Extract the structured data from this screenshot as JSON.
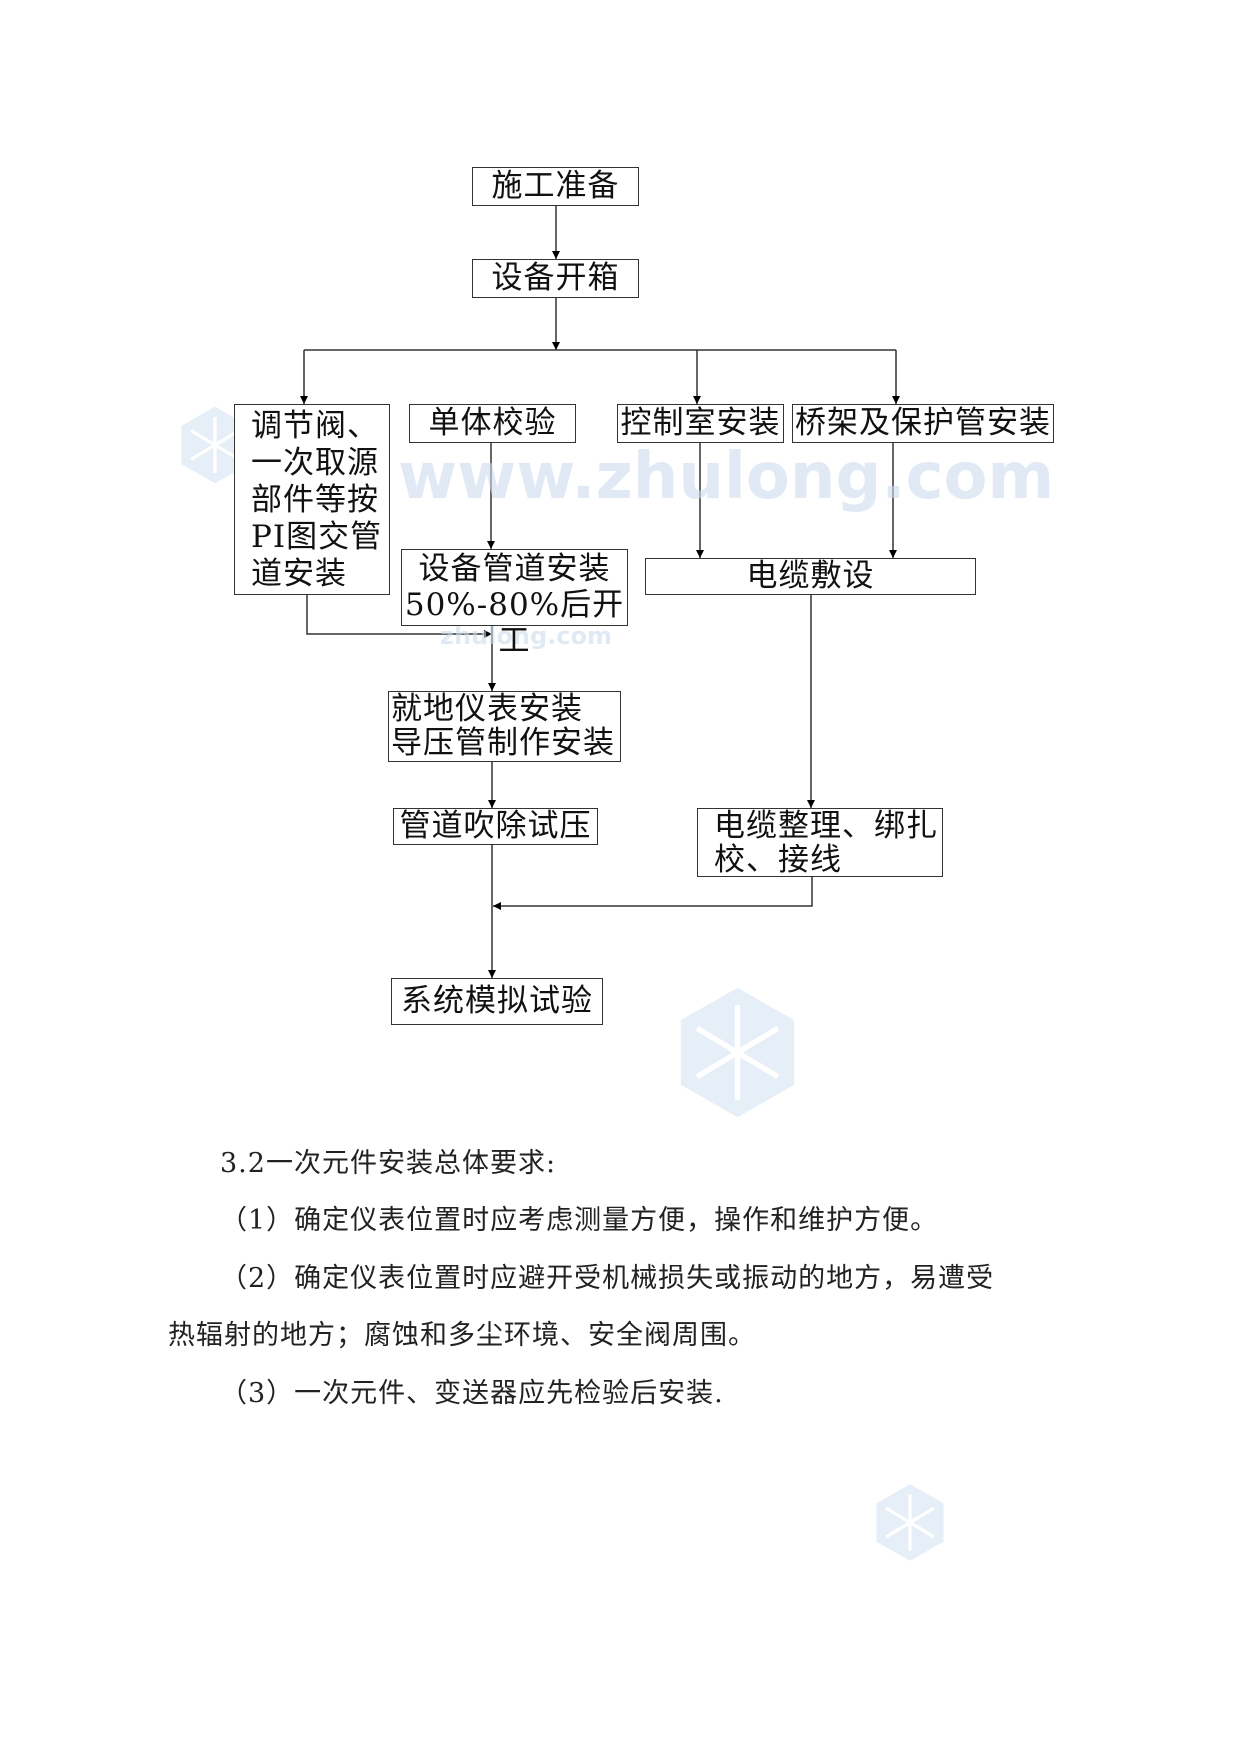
{
  "flowchart": {
    "prep": "施工准备",
    "unpack": "设备开箱",
    "valve": "调节阀、\n一次取源\n部件等按\nPI图交管\n道安装",
    "calib": "单体校验",
    "control_room": "控制室安装",
    "tray": "桥架及保护管安装",
    "pipe_install": "设备管道安装\n50%-80%后开工",
    "cable_lay": "电缆敷设",
    "local_instr": "就地仪表安装\n导压管制作安装",
    "blow": "管道吹除试压",
    "cable_arrange": "电缆整理、绑扎\n校、接线",
    "simulation": "系统模拟试验"
  },
  "watermark": {
    "main": "www.zhulong.com",
    "small": "zhulong.com"
  },
  "text": {
    "heading": "3.2一次元件安装总体要求:",
    "item1": "（1）确定仪表位置时应考虑测量方便，操作和维护方便。",
    "item2_line1": "（2）确定仪表位置时应避开受机械损失或振动的地方，易遭受",
    "item2_line2": "热辐射的地方；腐蚀和多尘环境、安全阀周围。",
    "item3": "（3）一次元件、变送器应先检验后安装."
  },
  "icons": {
    "watermark_icon": "snowflake-icon"
  }
}
